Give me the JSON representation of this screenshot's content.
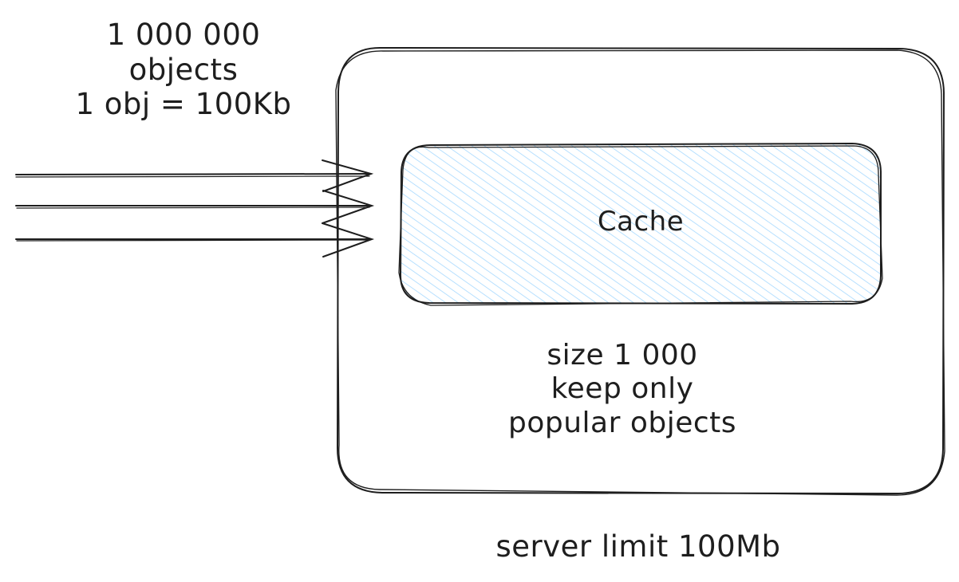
{
  "incoming": {
    "line1": "1 000 000",
    "line2": "objects",
    "line3": "1 obj = 100Kb"
  },
  "cache": {
    "label": "Cache",
    "fill_color": "#a5d8ff"
  },
  "policy": {
    "line1": "size 1 000",
    "line2": "keep only",
    "line3": "popular objects"
  },
  "server": {
    "limit_label": "server limit 100Mb"
  },
  "colors": {
    "stroke": "#1e1e1e",
    "background": "#ffffff",
    "hatch": "#a5d8ff"
  },
  "icons": [
    "arrow-icon"
  ]
}
